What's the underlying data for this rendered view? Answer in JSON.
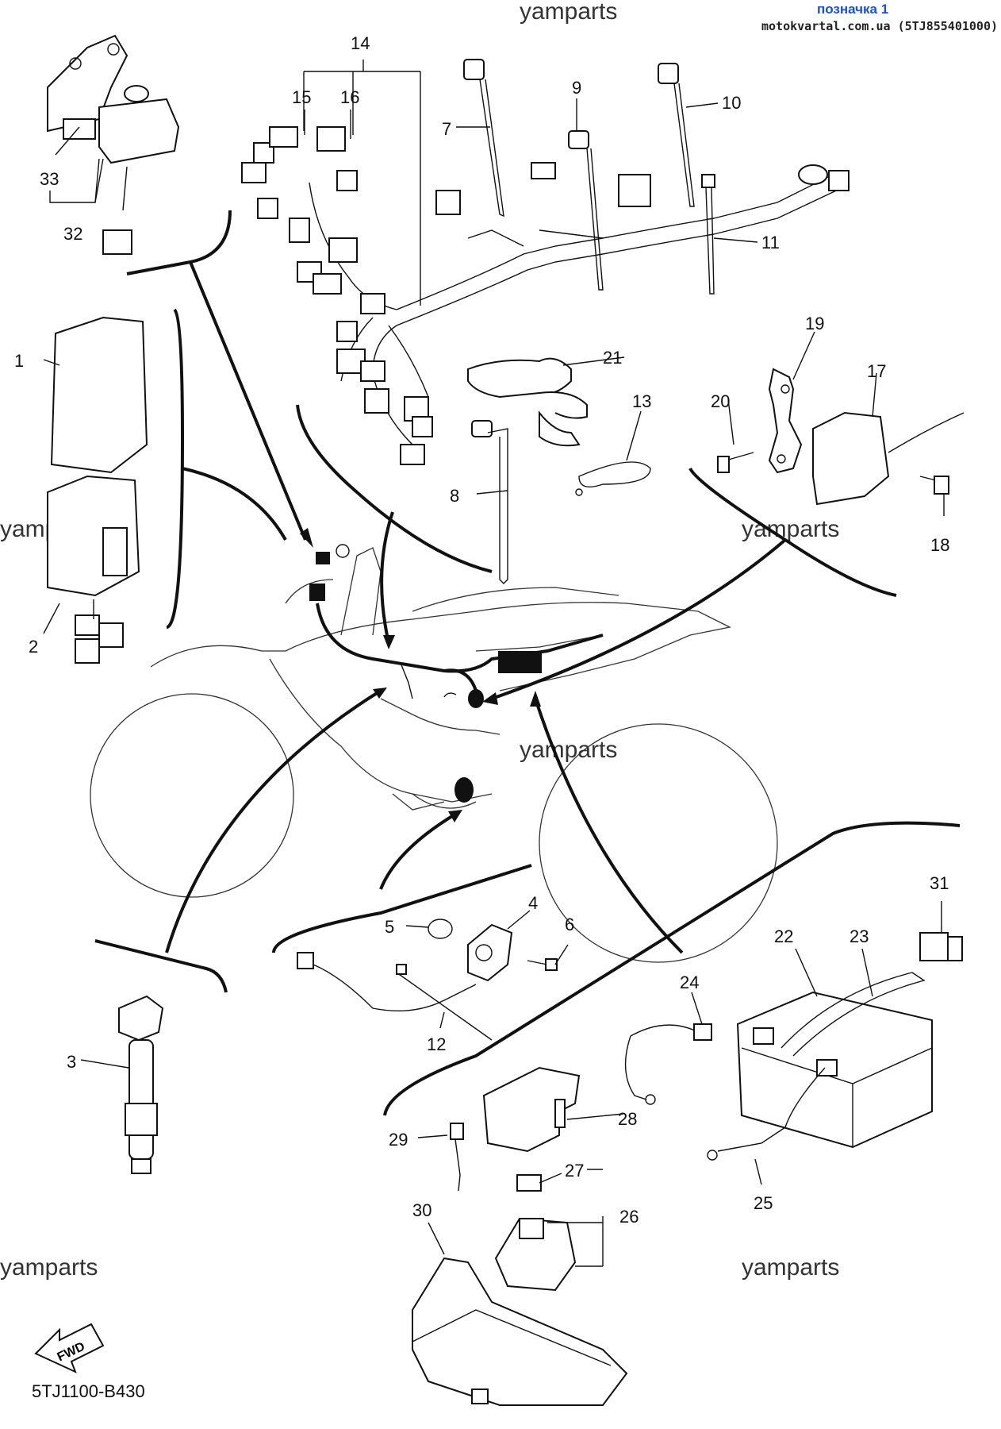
{
  "header": {
    "link_label": "позначка 1",
    "source": "motokvartal.com.ua (5TJ855401000)"
  },
  "watermark": "yamparts",
  "diagram_code": "5TJ1100-B430",
  "fwd_label": "FWD",
  "callouts": {
    "c1": "1",
    "c2": "2",
    "c3": "3",
    "c4": "4",
    "c5": "5",
    "c6": "6",
    "c7": "7",
    "c8": "8",
    "c9": "9",
    "c10": "10",
    "c11": "11",
    "c12": "12",
    "c13": "13",
    "c14": "14",
    "c15": "15",
    "c16": "16",
    "c17": "17",
    "c18": "18",
    "c19": "19",
    "c20": "20",
    "c21": "21",
    "c22": "22",
    "c23": "23",
    "c24": "24",
    "c25": "25",
    "c26": "26",
    "c27": "27",
    "c28": "28",
    "c29": "29",
    "c30": "30",
    "c31": "31",
    "c32": "32",
    "c33": "33"
  }
}
